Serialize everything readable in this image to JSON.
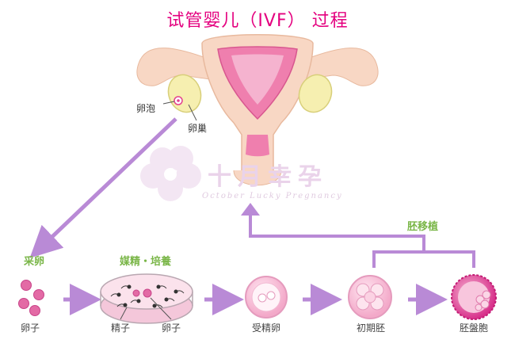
{
  "title": "试管婴儿（IVF） 过程",
  "anatomy": {
    "follicle_label": "卵泡",
    "ovary_label": "卵巢"
  },
  "watermark": {
    "brand": "十月幸孕",
    "tagline": "October Lucky Pregnancy"
  },
  "steps": {
    "retrieval": "采卵",
    "fertilization_culture": "媒精・培養",
    "transfer": "胚移植"
  },
  "items": {
    "egg": "卵子",
    "sperm": "精子",
    "egg_in_dish": "卵子",
    "fertilized_egg": "受精卵",
    "early_embryo": "初期胚",
    "blastocyst": "胚盤胞"
  },
  "colors": {
    "title": "#e4007f",
    "arrow": "#b98ad6",
    "step_label": "#7ab648",
    "uterus": "#f8d7c4",
    "egg": "#e36aa5"
  }
}
